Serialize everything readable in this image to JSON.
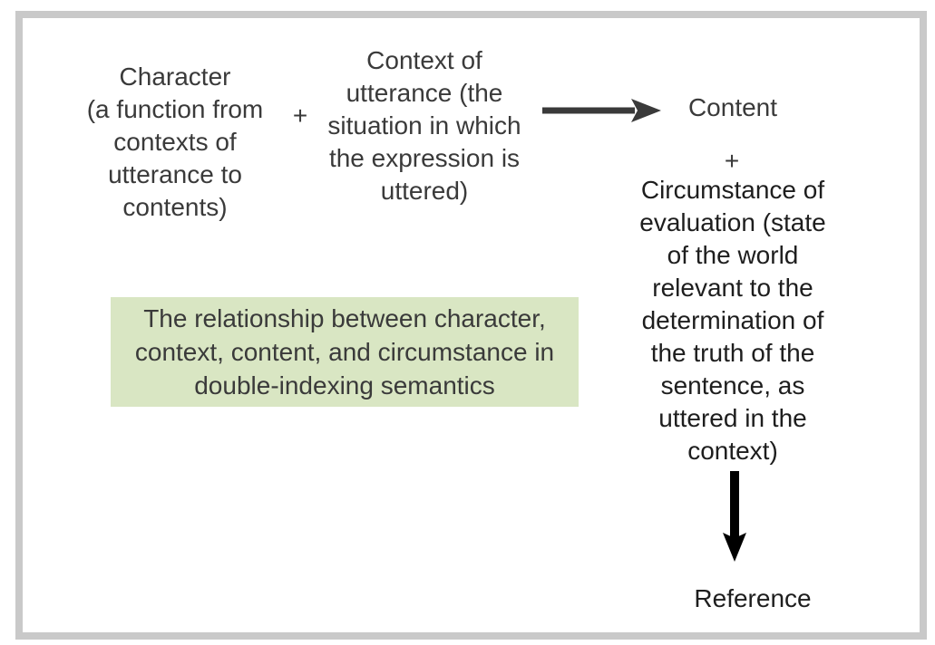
{
  "diagram": {
    "top_row": {
      "character_block": "Character\n(a function from\ncontexts of\nutterance to\ncontents)",
      "plus_left": "+",
      "context_block": "Context of\nutterance (the\nsituation in which\nthe expression is\nuttered)"
    },
    "right_column": {
      "content_label": "Content",
      "plus_right": "+",
      "circumstance_block": "Circumstance of\nevaluation (state\nof the world\nrelevant to the\ndetermination of\nthe truth of the\nsentence, as\nuttered in the\ncontext)",
      "reference_label": "Reference"
    },
    "caption": {
      "text": "The relationship between character,\ncontext, content, and circumstance in\ndouble-indexing semantics"
    },
    "icons": {
      "right_arrow": "right-arrow",
      "down_arrow": "down-arrow"
    },
    "colors": {
      "frame_border": "#c9c9c9",
      "caption_background": "#d9e6c3",
      "text": "#3a3a3a",
      "dark_text": "#1e1e1e",
      "right_arrow": "#3a3a3a",
      "down_arrow": "#000000"
    }
  }
}
